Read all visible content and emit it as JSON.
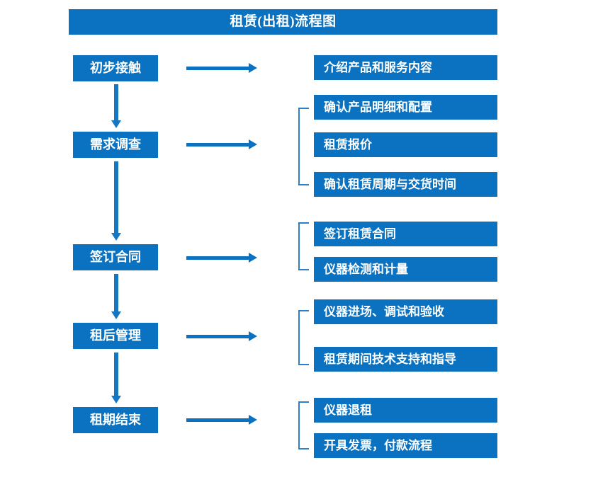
{
  "title": {
    "text": "租赁(出租)流程图"
  },
  "colors": {
    "primary_blue": "#0a72c0",
    "arrow_blue": "#1577c2",
    "bracket_blue": "#2e7fc6",
    "text_on_blue": "#ffffff",
    "background": "#ffffff"
  },
  "stages": [
    {
      "label": "初步接触"
    },
    {
      "label": "需求调查"
    },
    {
      "label": "签订合同"
    },
    {
      "label": "租后管理"
    },
    {
      "label": "租期结束"
    }
  ],
  "details": [
    {
      "label": "介绍产品和服务内容"
    },
    {
      "label": "确认产品明细和配置"
    },
    {
      "label": "租赁报价"
    },
    {
      "label": "确认租赁周期与交货时间"
    },
    {
      "label": "签订租赁合同"
    },
    {
      "label": "仪器检测和计量"
    },
    {
      "label": "仪器进场、调试和验收"
    },
    {
      "label": "租赁期间技术支持和指导"
    },
    {
      "label": "仪器退租"
    },
    {
      "label": "开具发票，付款流程"
    }
  ]
}
